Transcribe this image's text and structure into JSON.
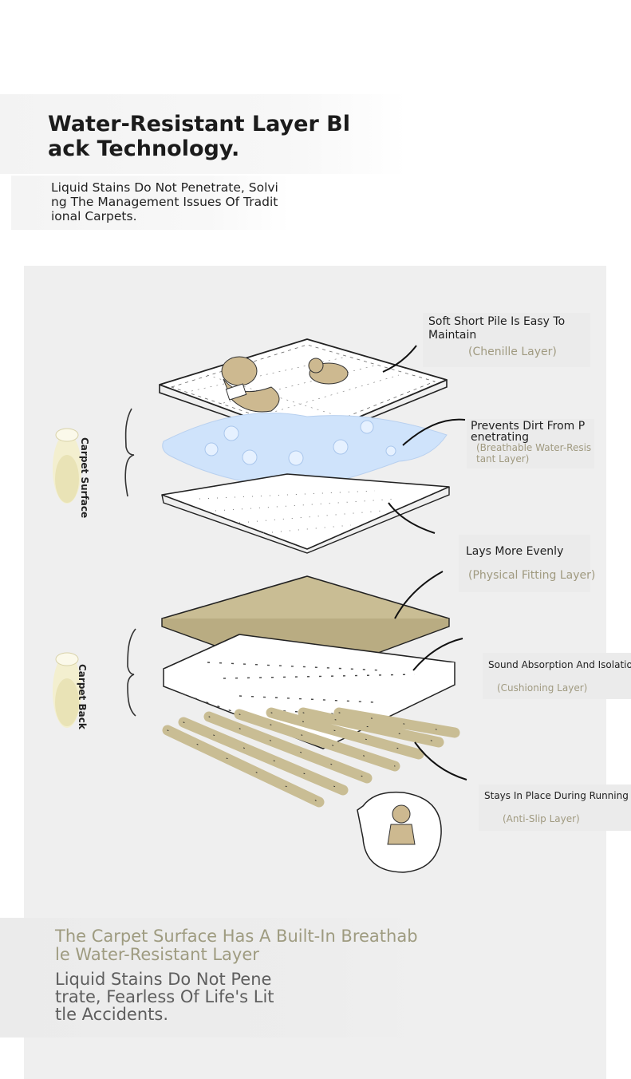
{
  "header": {
    "title": "Water-Resistant Layer Black Technology.",
    "subtitle": "Liquid Stains Do Not Penetrate, Solving The Management Issues Of Traditional Carpets."
  },
  "side_labels": {
    "surface": "Carpet Surface",
    "back": "Carpet Back"
  },
  "layers": [
    {
      "title": "Soft Short Pile Is Easy To Maintain",
      "subtitle": "(Chenille Layer)"
    },
    {
      "title": "Prevents Dirt From Penetrating",
      "subtitle": "(Breathable Water-Resistant Layer)"
    },
    {
      "title": "Lays More Evenly",
      "subtitle": "(Physical Fitting Layer)"
    },
    {
      "title": "Sound Absorption And Isolation",
      "subtitle": "(Cushioning Layer)"
    },
    {
      "title": "Stays In Place During Running Ar",
      "subtitle": "(Anti-Slip Layer)"
    }
  ],
  "footer": {
    "headline": "The Carpet Surface Has A Built-In Breathable Water-Resistant Layer",
    "body": "Liquid Stains Do Not Penetrate, Fearless Of Life's Little Accidents."
  },
  "colors": {
    "panel_bg": "#efefef",
    "accent_khaki": "#c9bd94",
    "blue_layer": "#cfe3fb",
    "label_muted": "#a09a80"
  }
}
